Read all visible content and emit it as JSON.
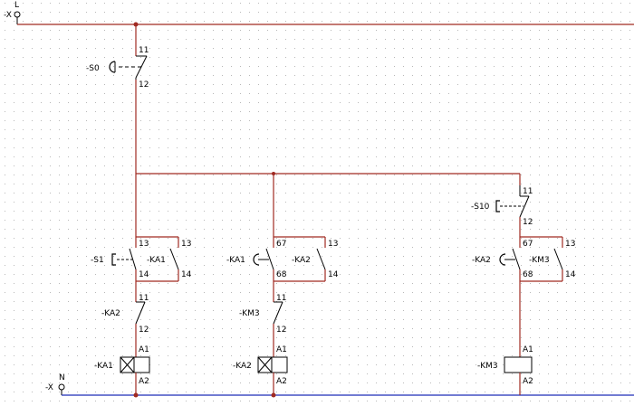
{
  "colors": {
    "wire": "#a02a22",
    "neutral": "#1e2fb8",
    "symbol": "#000000",
    "grid_dot": "#b9b9b9",
    "background": "#ffffff"
  },
  "terminals": {
    "top": {
      "prefix": "-X",
      "label": "L"
    },
    "bottom": {
      "prefix": "-X",
      "label": "N"
    }
  },
  "stop_button": {
    "tag": "-S0",
    "pin_top": "11",
    "pin_bottom": "12"
  },
  "rungs": [
    {
      "start_switch": {
        "tag": "-S1",
        "pin_top": "13",
        "pin_bottom": "14"
      },
      "hold_contact": {
        "tag": "-KA1",
        "pin_top": "13",
        "pin_bottom": "14"
      },
      "interlock": {
        "tag": "-KA2",
        "pin_top": "11",
        "pin_bottom": "12"
      },
      "coil": {
        "tag": "-KA1",
        "pin_top": "A1",
        "pin_bottom": "A2"
      }
    },
    {
      "start_switch": {
        "tag": "-KA1",
        "pin_top": "67",
        "pin_bottom": "68"
      },
      "hold_contact": {
        "tag": "-KA2",
        "pin_top": "13",
        "pin_bottom": "14"
      },
      "interlock": {
        "tag": "-KM3",
        "pin_top": "11",
        "pin_bottom": "12"
      },
      "coil": {
        "tag": "-KA2",
        "pin_top": "A1",
        "pin_bottom": "A2"
      }
    },
    {
      "stop_switch": {
        "tag": "-S10",
        "pin_top": "11",
        "pin_bottom": "12"
      },
      "start_switch": {
        "tag": "-KA2",
        "pin_top": "67",
        "pin_bottom": "68"
      },
      "hold_contact": {
        "tag": "-KM3",
        "pin_top": "13",
        "pin_bottom": "14"
      },
      "coil": {
        "tag": "-KM3",
        "pin_top": "A1",
        "pin_bottom": "A2"
      }
    }
  ]
}
